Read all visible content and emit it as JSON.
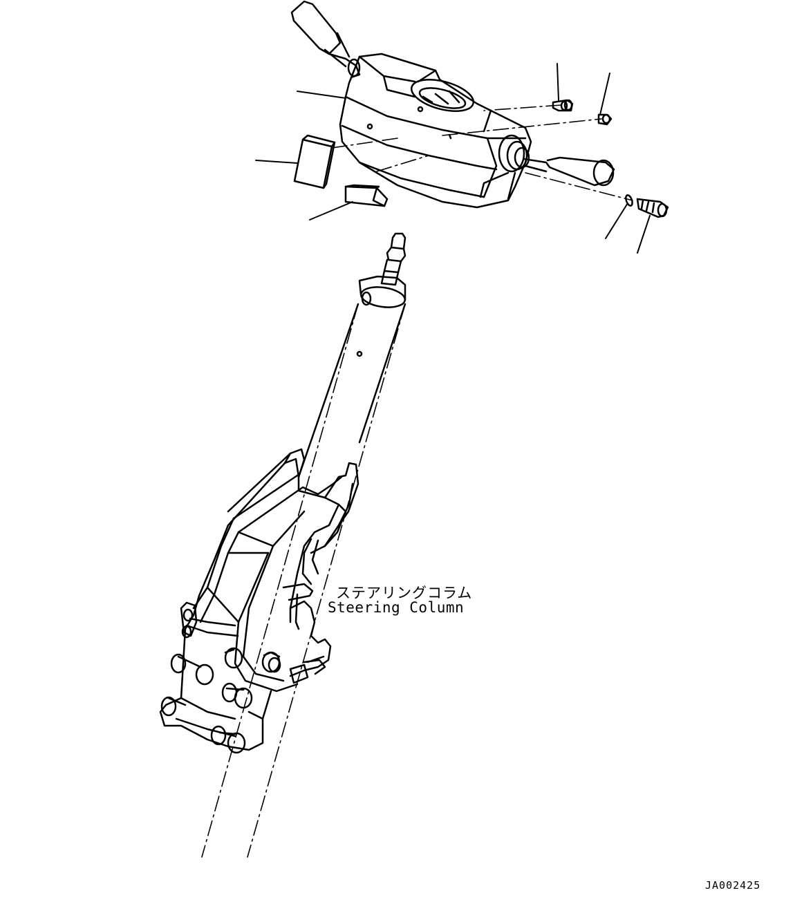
{
  "labels": {
    "column_jp": "ステアリングコラム",
    "column_en": "Steering Column",
    "drawing_id": "JA002425"
  },
  "colors": {
    "ink": "#000000",
    "paper": "#ffffff"
  }
}
